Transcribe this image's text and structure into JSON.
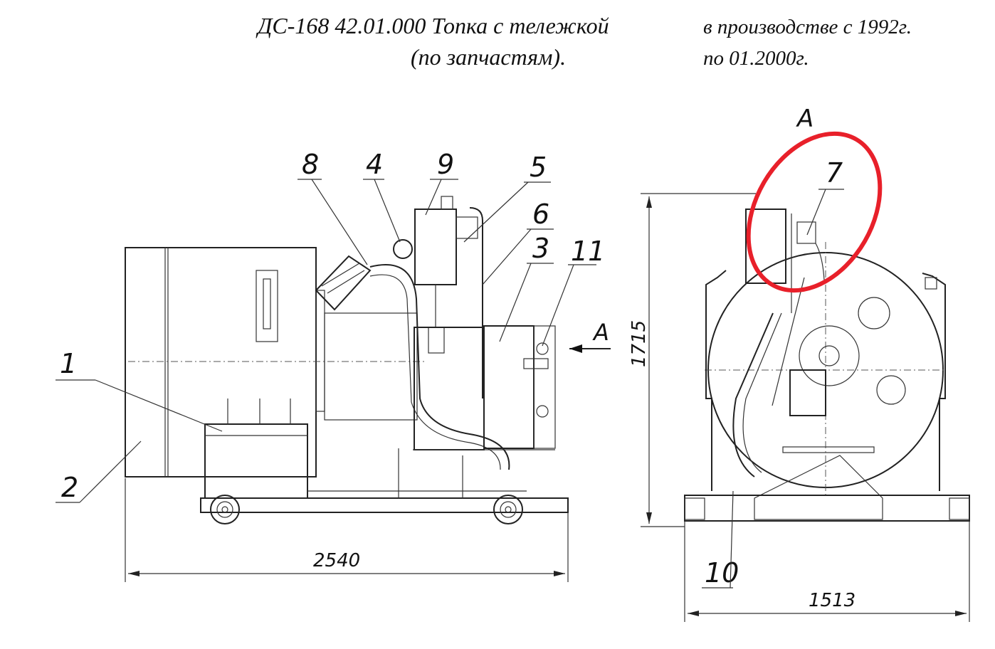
{
  "title": {
    "line1": "ДС-168 42.01.000 Топка с тележкой",
    "line2": "(по запчастям).",
    "production_from": "в производстве с 1992г.",
    "production_to": "по 01.2000г."
  },
  "side_view": {
    "callouts": [
      "1",
      "2",
      "3",
      "4",
      "5",
      "6",
      "8",
      "9",
      "11"
    ],
    "view_arrow_label": "A",
    "dimension_length": "2540"
  },
  "end_view": {
    "view_label": "A",
    "callouts": [
      "7",
      "10"
    ],
    "dimension_height": "1715",
    "dimension_width": "1513",
    "highlight_color": "#e8202a"
  }
}
